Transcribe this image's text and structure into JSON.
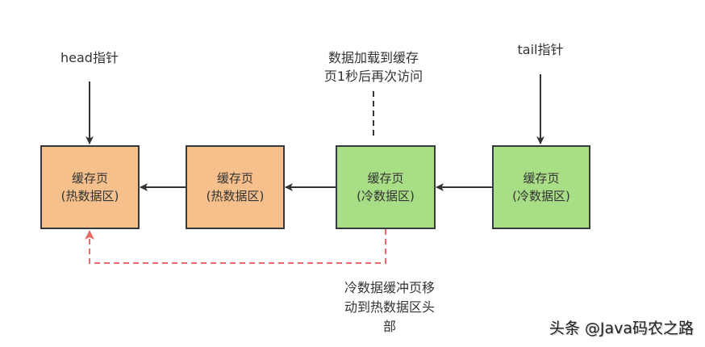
{
  "pointers": {
    "head": "head指针",
    "tail": "tail指针"
  },
  "boxes": [
    {
      "title": "缓存页",
      "zone": "(热数据区)",
      "type": "hot"
    },
    {
      "title": "缓存页",
      "zone": "(热数据区)",
      "type": "hot"
    },
    {
      "title": "缓存页",
      "zone": "(冷数据区)",
      "type": "cold"
    },
    {
      "title": "缓存页",
      "zone": "(冷数据区)",
      "type": "cold"
    }
  ],
  "annotations": {
    "access": [
      "数据加载到缓存",
      "页1秒后再次访问"
    ],
    "move": [
      "冷数据缓冲页移",
      "动到热数据区头",
      "部"
    ]
  },
  "watermark": "头条 @Java码农之路",
  "colors": {
    "hot_fill": "#f5c08c",
    "cold_fill": "#a8de86",
    "border": "#36393d",
    "move_arrow": "#ea6b66"
  }
}
